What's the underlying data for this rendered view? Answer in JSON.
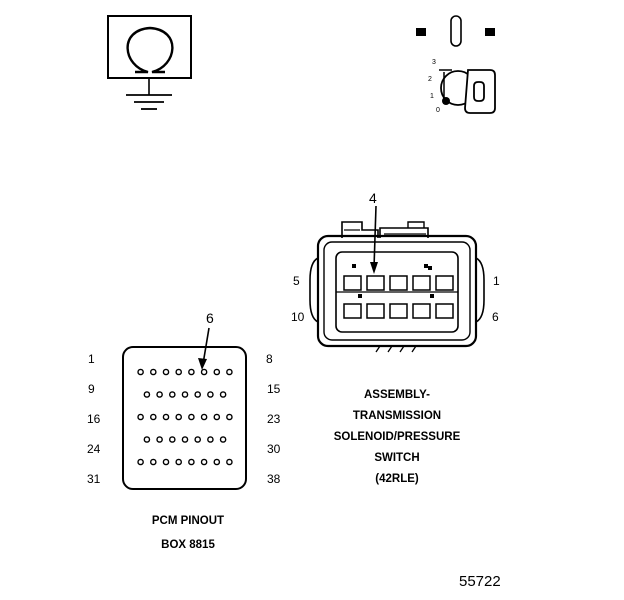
{
  "ohmmeter": {
    "symbol": "Ω"
  },
  "ignition_key": {
    "positions": [
      "3",
      "2",
      "1",
      "0"
    ]
  },
  "connector": {
    "callout": "4",
    "cavity_labels": {
      "top_left": "5",
      "top_right": "1",
      "bottom_left": "10",
      "bottom_right": "6"
    },
    "caption_lines": [
      "ASSEMBLY-",
      "TRANSMISSION",
      "SOLENOID/PRESSURE",
      "SWITCH",
      "(42RLE)"
    ]
  },
  "pcm_pinout": {
    "callout": "6",
    "row_labels_left": [
      "1",
      "9",
      "16",
      "24",
      "31"
    ],
    "row_labels_right": [
      "8",
      "15",
      "23",
      "30",
      "38"
    ],
    "pins_per_row": [
      8,
      7,
      8,
      7,
      8
    ],
    "caption_lines": [
      "PCM PINOUT",
      "BOX 8815"
    ]
  },
  "figure_number": "55722"
}
